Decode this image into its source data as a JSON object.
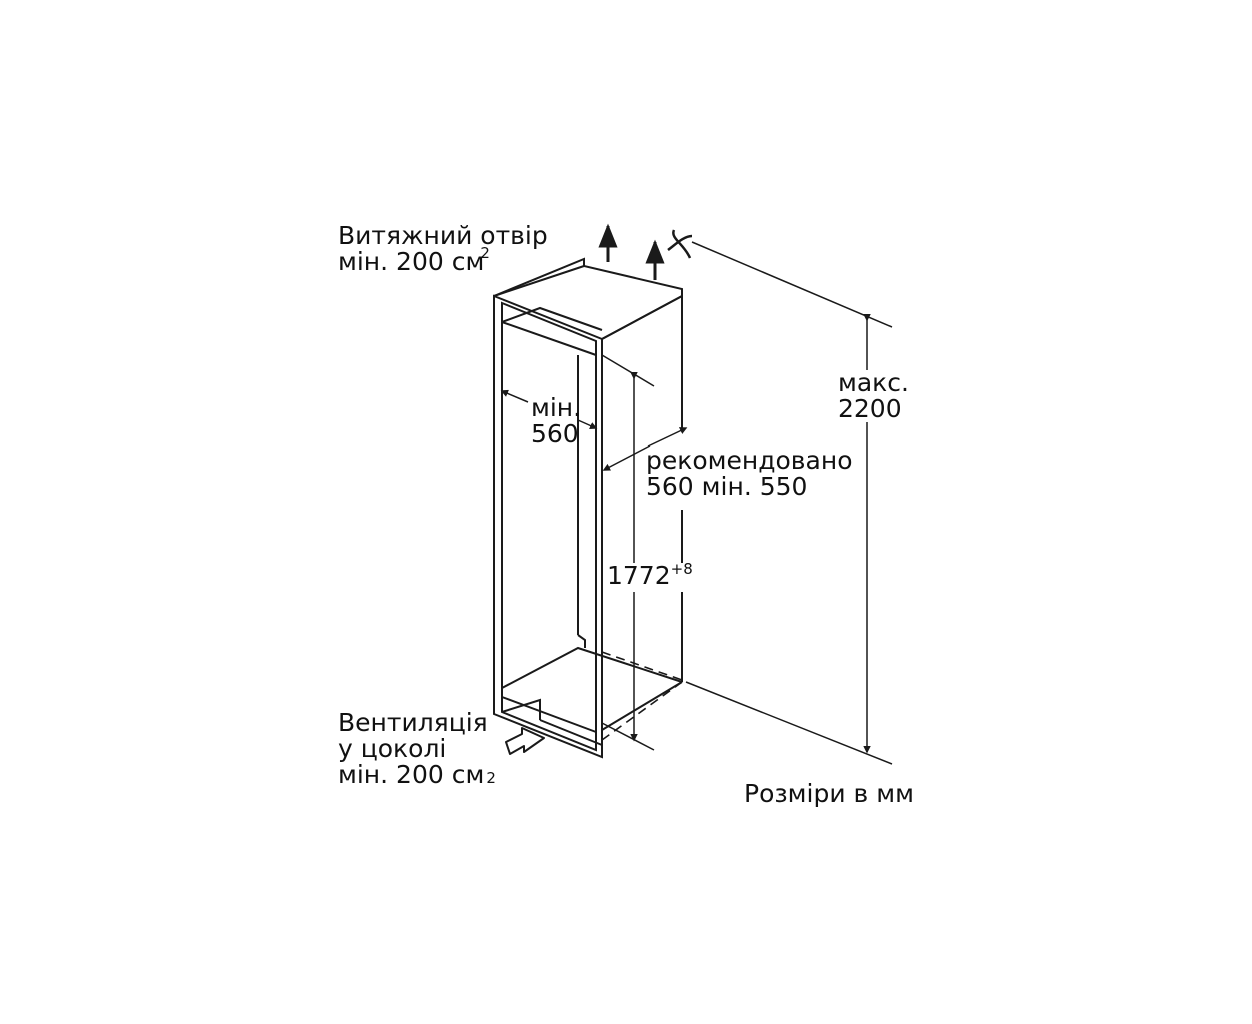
{
  "exhaust": {
    "line1": "Витяжний отвір",
    "line2": "мін. 200 см",
    "unit_exp": "2"
  },
  "width": {
    "line1": "мін.",
    "line2": "560"
  },
  "depth": {
    "line1": "рекомендовано",
    "line2": "560 мін. 550"
  },
  "height_dim": {
    "value": "1772",
    "tolerance": "+8"
  },
  "max_dim": {
    "line1": "макс.",
    "line2": "2200"
  },
  "ventilation": {
    "line1": "Вентиляція",
    "line2": "у цоколі",
    "line3": "мін. 200 см",
    "unit_exp": "2"
  },
  "units": "Розміри в мм",
  "colors": {
    "line": "#1a1a1a",
    "text": "#111111"
  }
}
